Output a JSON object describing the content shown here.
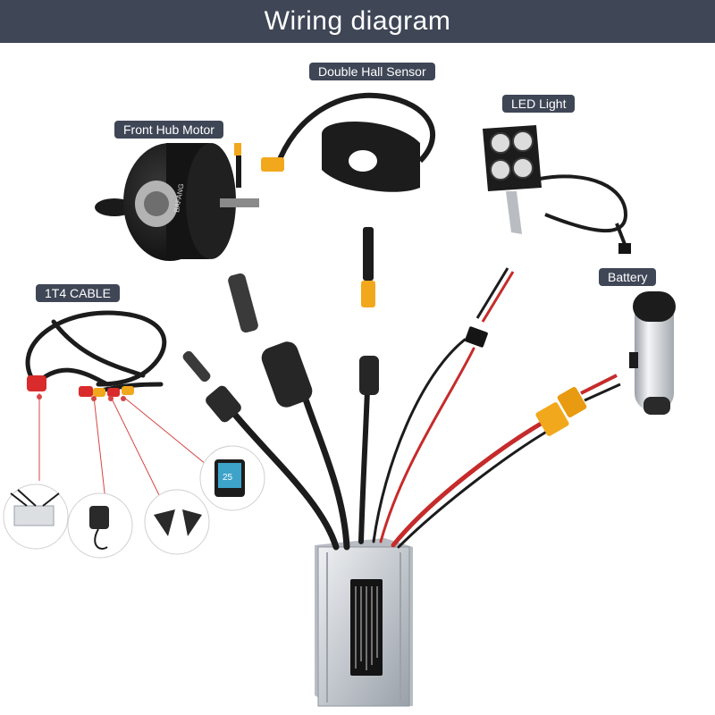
{
  "header": {
    "title": "Wiring diagram"
  },
  "components": {
    "double_hall_sensor": "Double Hall Sensor",
    "front_hub_motor": "Front Hub Motor",
    "led_light": "LED Light",
    "battery": "Battery",
    "cable_1t4": "1T4 CABLE"
  },
  "motor_brand": "BAFANG",
  "display_reading": "25",
  "colors": {
    "header_bg": "#3f4656",
    "label_bg": "#3f4656",
    "cable": "#1c1c1c",
    "red_cable": "#c62b2b",
    "connector_yellow": "#f2a81c",
    "connector_red": "#d92b2b",
    "controller_silver": "#c9cdd2",
    "pointer_line": "#d64545"
  }
}
